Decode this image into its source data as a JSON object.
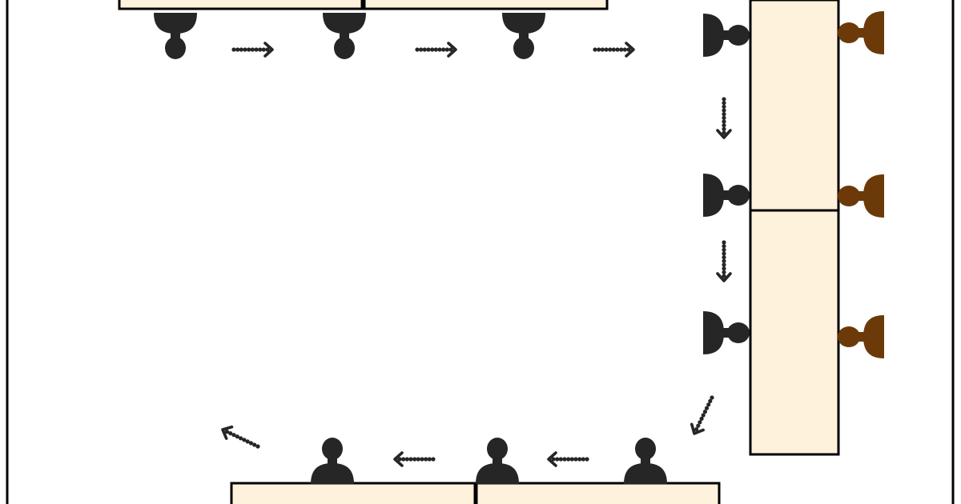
{
  "colors": {
    "background": "#ffffff",
    "outline": "#000000",
    "table_fill": "#fff2dc",
    "person_dark": "#262626",
    "person_brown": "#6b3a08",
    "arrow": "#262626"
  },
  "diagram": {
    "tables": [
      {
        "id": "top-left-table"
      },
      {
        "id": "top-right-table"
      },
      {
        "id": "right-upper-table"
      },
      {
        "id": "right-lower-table"
      },
      {
        "id": "bottom-left-table"
      },
      {
        "id": "bottom-right-table"
      }
    ],
    "people": [
      {
        "id": "top-person-1",
        "color": "dark",
        "facing": "up"
      },
      {
        "id": "top-person-2",
        "color": "dark",
        "facing": "up"
      },
      {
        "id": "top-person-3",
        "color": "dark",
        "facing": "up"
      },
      {
        "id": "right-inner-person-1",
        "color": "dark",
        "facing": "right"
      },
      {
        "id": "right-inner-person-2",
        "color": "dark",
        "facing": "right"
      },
      {
        "id": "right-inner-person-3",
        "color": "dark",
        "facing": "right"
      },
      {
        "id": "right-outer-person-1",
        "color": "brown",
        "facing": "left"
      },
      {
        "id": "right-outer-person-2",
        "color": "brown",
        "facing": "left"
      },
      {
        "id": "right-outer-person-3",
        "color": "brown",
        "facing": "left"
      },
      {
        "id": "bottom-person-1",
        "color": "dark",
        "facing": "down"
      },
      {
        "id": "bottom-person-2",
        "color": "dark",
        "facing": "down"
      },
      {
        "id": "bottom-person-3",
        "color": "dark",
        "facing": "down"
      }
    ],
    "arrows": [
      {
        "id": "arrow-top-1",
        "direction": "right"
      },
      {
        "id": "arrow-top-2",
        "direction": "right"
      },
      {
        "id": "arrow-top-3",
        "direction": "right"
      },
      {
        "id": "arrow-right-1",
        "direction": "down"
      },
      {
        "id": "arrow-right-2",
        "direction": "down"
      },
      {
        "id": "arrow-corner",
        "direction": "down-left"
      },
      {
        "id": "arrow-bottom-1",
        "direction": "left"
      },
      {
        "id": "arrow-bottom-2",
        "direction": "left"
      },
      {
        "id": "arrow-bottom-3",
        "direction": "up-left"
      }
    ]
  }
}
